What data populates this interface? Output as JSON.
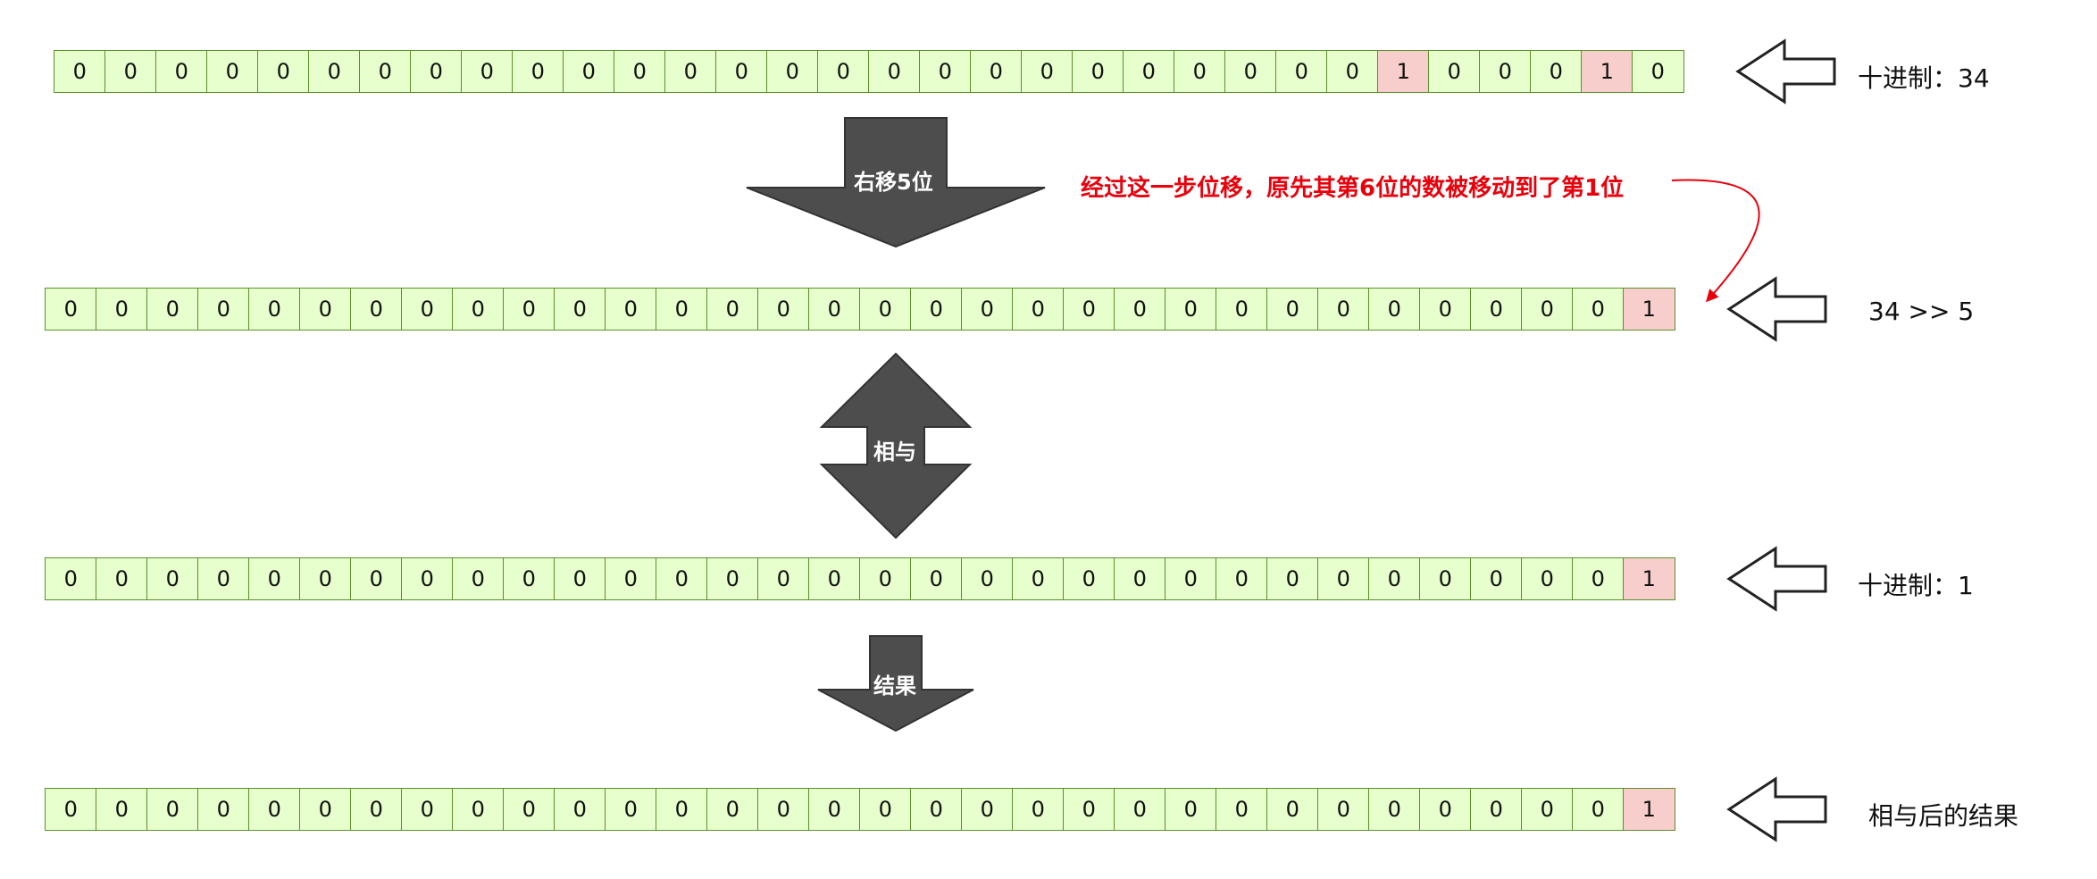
{
  "rows": [
    {
      "id": "row-1",
      "bits": [
        "0",
        "0",
        "0",
        "0",
        "0",
        "0",
        "0",
        "0",
        "0",
        "0",
        "0",
        "0",
        "0",
        "0",
        "0",
        "0",
        "0",
        "0",
        "0",
        "0",
        "0",
        "0",
        "0",
        "0",
        "0",
        "0",
        "1",
        "0",
        "0",
        "0",
        "1",
        "0"
      ],
      "label": "十进制：34"
    },
    {
      "id": "row-2",
      "bits": [
        "0",
        "0",
        "0",
        "0",
        "0",
        "0",
        "0",
        "0",
        "0",
        "0",
        "0",
        "0",
        "0",
        "0",
        "0",
        "0",
        "0",
        "0",
        "0",
        "0",
        "0",
        "0",
        "0",
        "0",
        "0",
        "0",
        "0",
        "0",
        "0",
        "0",
        "0",
        "1"
      ],
      "label": "34 >> 5"
    },
    {
      "id": "row-3",
      "bits": [
        "0",
        "0",
        "0",
        "0",
        "0",
        "0",
        "0",
        "0",
        "0",
        "0",
        "0",
        "0",
        "0",
        "0",
        "0",
        "0",
        "0",
        "0",
        "0",
        "0",
        "0",
        "0",
        "0",
        "0",
        "0",
        "0",
        "0",
        "0",
        "0",
        "0",
        "0",
        "1"
      ],
      "label": "十进制：1"
    },
    {
      "id": "row-4",
      "bits": [
        "0",
        "0",
        "0",
        "0",
        "0",
        "0",
        "0",
        "0",
        "0",
        "0",
        "0",
        "0",
        "0",
        "0",
        "0",
        "0",
        "0",
        "0",
        "0",
        "0",
        "0",
        "0",
        "0",
        "0",
        "0",
        "0",
        "0",
        "0",
        "0",
        "0",
        "0",
        "1"
      ],
      "label": "相与后的结果"
    }
  ],
  "arrows": {
    "shift": "右移5位",
    "and": "相与",
    "result": "结果"
  },
  "annotation": "经过这一步位移，原先其第6位的数被移动到了第1位",
  "colors": {
    "bit_fill": "#e6ffcc",
    "bit_border": "#5b8f29",
    "bit_on_fill": "#f8cecc",
    "arrow_fill": "#4d4d4d",
    "annotation": "#e8000b"
  },
  "icons": [
    "left-hollow-arrow-icon",
    "down-arrow-icon",
    "double-arrow-icon"
  ]
}
